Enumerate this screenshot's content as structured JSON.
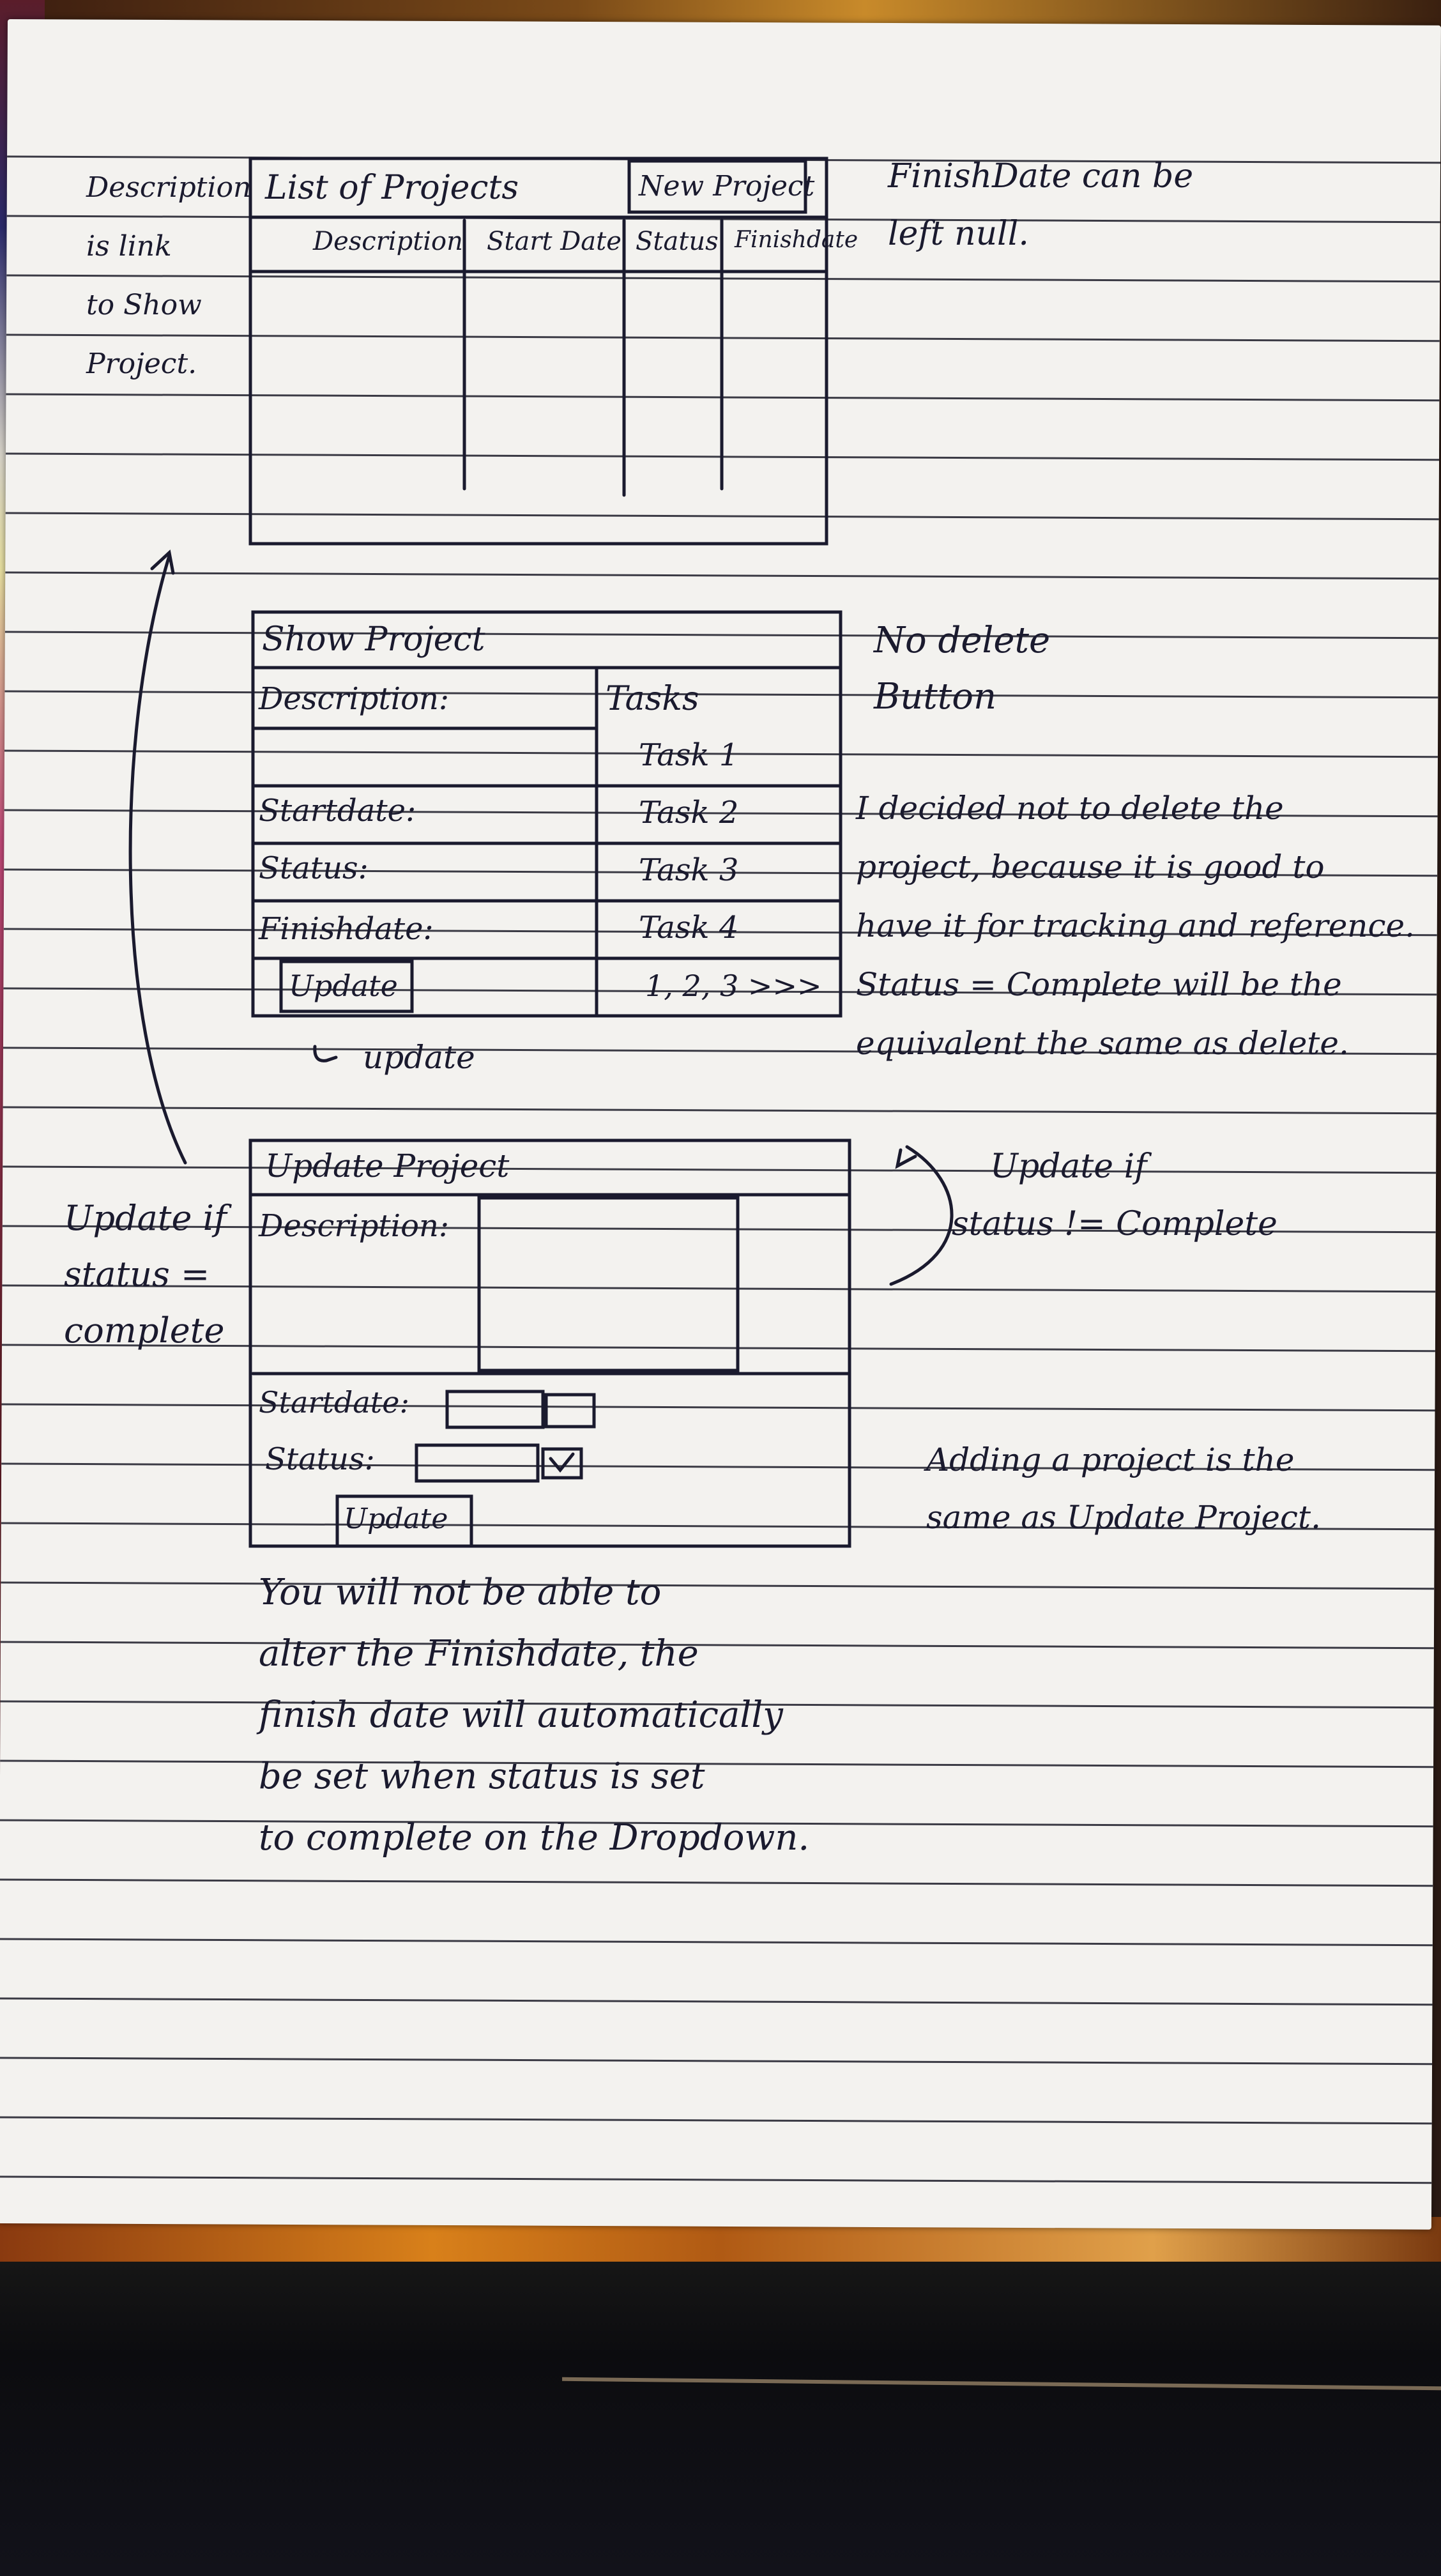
{
  "list_projects": {
    "title": "List of Projects",
    "new_button": "New Project",
    "columns": [
      "Description",
      "Start Date",
      "Status",
      "Finishdate"
    ]
  },
  "left_note_1": [
    "Description",
    "is link",
    "to Show",
    "Project."
  ],
  "right_note_1": [
    "FinishDate can be",
    "left null."
  ],
  "show_project": {
    "title": "Show Project",
    "description_label": "Description:",
    "startdate_label": "Startdate:",
    "status_label": "Status:",
    "finishdate_label": "Finishdate:",
    "update_button": "Update",
    "tasks_header": "Tasks",
    "tasks": [
      "Task 1",
      "Task 2",
      "Task 3",
      "Task 4"
    ],
    "pagination": "1, 2, 3 >>>"
  },
  "right_note_2": [
    "No delete",
    "Button"
  ],
  "right_note_3": [
    "I decided not to delete the",
    "project, because it is good to",
    "have it for tracking and reference.",
    "Status = Complete will be the",
    "equivalent the same as delete."
  ],
  "update_arrow_label": "update",
  "update_project": {
    "title": "Update Project",
    "description_label": "Description:",
    "startdate_label": "Startdate:",
    "status_label": "Status:",
    "update_button": "Update"
  },
  "left_note_2": [
    "Update if",
    "status =",
    "complete"
  ],
  "right_note_4": [
    "Update if",
    "status != Complete"
  ],
  "right_note_5": [
    "Adding a project is the",
    "same as Update Project."
  ],
  "bottom_note": [
    "You will not be able to",
    "alter the Finishdate, the",
    "finish date will automatically",
    "be set when status is set",
    "to complete on the Dropdown."
  ]
}
